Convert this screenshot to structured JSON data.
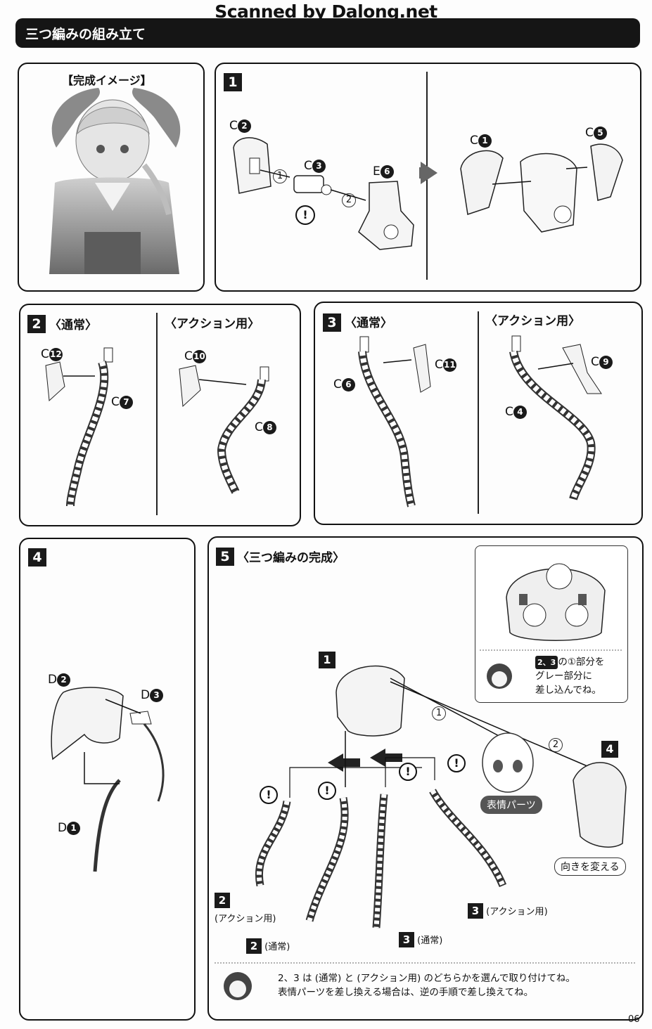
{
  "watermark": "Scanned by Dalong.net",
  "section_title": "三つ編みの組み立て",
  "image_panel": {
    "caption": "【完成イメージ】"
  },
  "step1": {
    "number": "1",
    "parts": {
      "c2": "C",
      "c2_num": "2",
      "c3": "C",
      "c3_num": "3",
      "e6": "E",
      "e6_num": "6",
      "c1": "C",
      "c1_num": "1",
      "c5": "C",
      "c5_num": "5"
    },
    "order1": "1",
    "order2": "2",
    "caution": "!"
  },
  "step2": {
    "number": "2",
    "normal_label": "〈通常〉",
    "action_label": "〈アクション用〉",
    "parts": {
      "c12": "C",
      "c12_num": "12",
      "c7": "C",
      "c7_num": "7",
      "c10": "C",
      "c10_num": "10",
      "c8": "C",
      "c8_num": "8"
    }
  },
  "step3": {
    "number": "3",
    "normal_label": "〈通常〉",
    "action_label": "〈アクション用〉",
    "parts": {
      "c11": "C",
      "c11_num": "11",
      "c6": "C",
      "c6_num": "6",
      "c9": "C",
      "c9_num": "9",
      "c4": "C",
      "c4_num": "4"
    }
  },
  "step4": {
    "number": "4",
    "parts": {
      "d2": "D",
      "d2_num": "2",
      "d3": "D",
      "d3_num": "3",
      "d1": "D",
      "d1_num": "1"
    }
  },
  "step5": {
    "number": "5",
    "title": "〈三つ編みの完成〉",
    "ref1": "1",
    "ref4": "4",
    "order1": "1",
    "order2": "2",
    "caution": "!",
    "face_parts_label": "表情パーツ",
    "change_direction_label": "向きを変える",
    "item_2_action": {
      "num": "2",
      "text": "(アクション用)"
    },
    "item_2_normal": {
      "num": "2",
      "text": "(通常)"
    },
    "item_3_normal": {
      "num": "3",
      "text": "(通常)"
    },
    "item_3_action": {
      "num": "3",
      "text": "(アクション用)"
    },
    "inset_note": {
      "nums": "2、3",
      "line1": "の①部分を",
      "line2": "グレー部分に",
      "line3": "差し込んでね。"
    },
    "bottom_note": {
      "line1": "2、3 は (通常) と (アクション用) のどちらかを選んで取り付けてね。",
      "line2": "表情パーツを差し換える場合は、逆の手順で差し換えてね。"
    }
  },
  "page_number": "06"
}
